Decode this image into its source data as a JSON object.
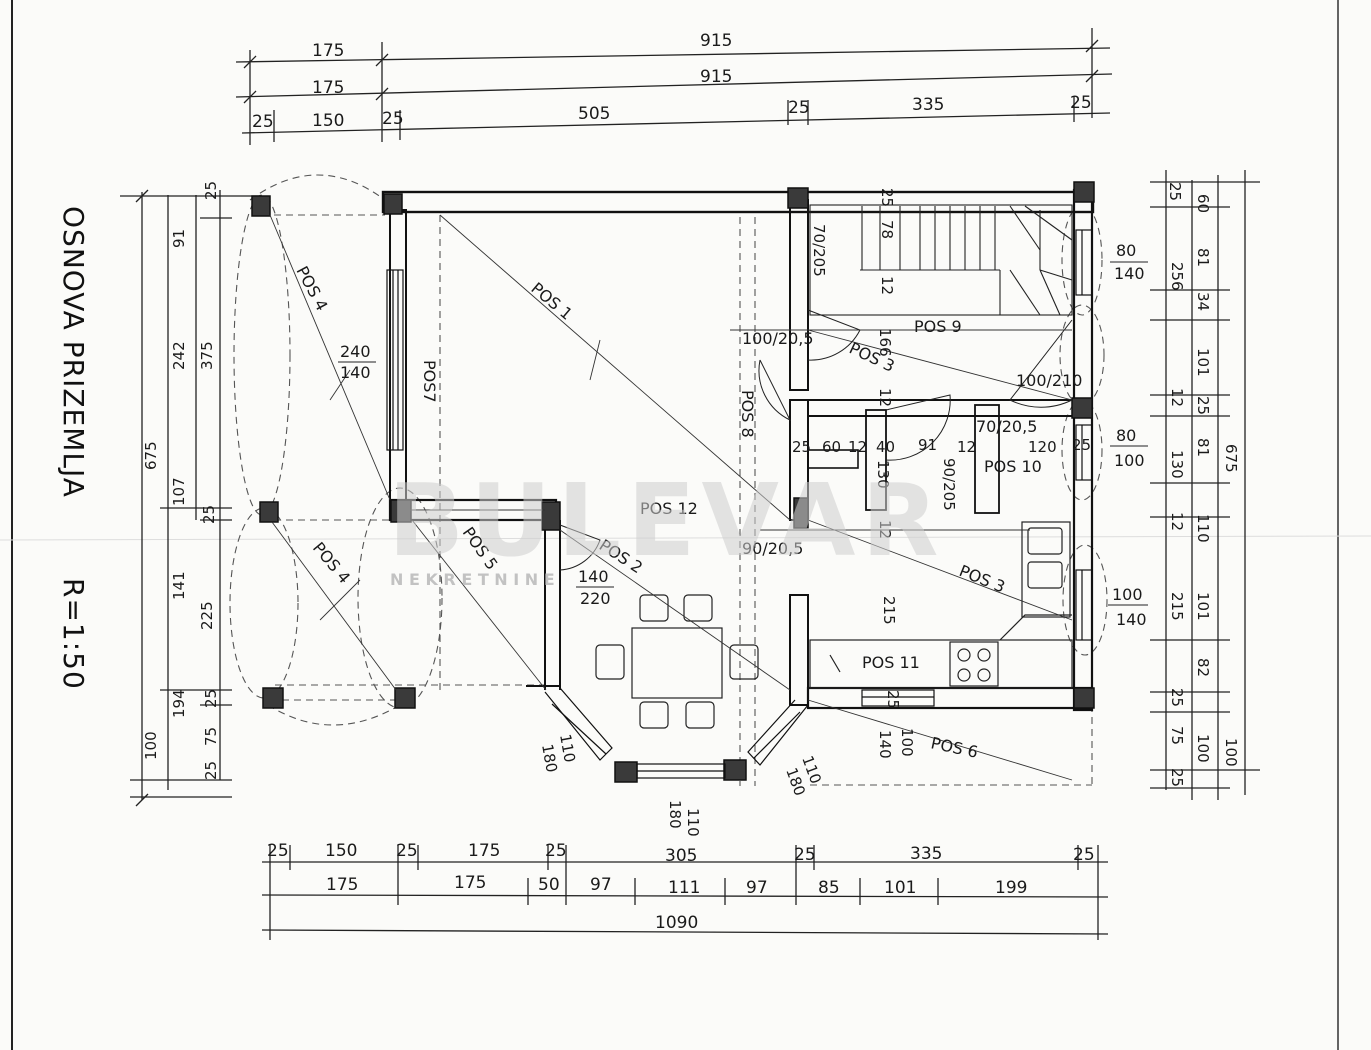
{
  "title": {
    "line1": "OSNOVA PRIZEMLJA",
    "line2": "R=1:50"
  },
  "watermark": {
    "brand": "BULEVAR",
    "sub": "N E K R E T N I N E"
  },
  "dims_top": {
    "row1": [
      "175",
      "915"
    ],
    "row2": [
      "175",
      "915"
    ],
    "row3": [
      "25",
      "150",
      "25",
      "505",
      "25",
      "335",
      "25"
    ]
  },
  "dims_bottom": {
    "row1": [
      "25",
      "150",
      "25",
      "175",
      "25",
      "305",
      "25",
      "335",
      "25"
    ],
    "row2": [
      "175",
      "175",
      "50",
      "97",
      "111",
      "97",
      "85",
      "101",
      "199"
    ],
    "total": "1090"
  },
  "dims_left": [
    "25",
    "91",
    "242",
    "375",
    "675",
    "107",
    "25",
    "141",
    "225",
    "194",
    "25",
    "75",
    "100",
    "25"
  ],
  "dims_right": [
    "25",
    "60",
    "81",
    "256",
    "34",
    "101",
    "12",
    "25",
    "81",
    "130",
    "12",
    "110",
    "215",
    "101",
    "82",
    "25",
    "75",
    "100",
    "25",
    "675",
    "100"
  ],
  "positions": [
    "POS 1",
    "POS 2",
    "POS 3",
    "POS 3",
    "POS 4",
    "POS 4",
    "POS 5",
    "POS 6",
    "POS7",
    "POS 8",
    "POS 9",
    "POS 10",
    "POS 11",
    "POS 12"
  ],
  "openings": {
    "o1": [
      "240",
      "140"
    ],
    "o2": [
      "140",
      "220"
    ],
    "o3": [
      "80",
      "140"
    ],
    "o4": [
      "80",
      "100"
    ],
    "o5": [
      "100",
      "140"
    ],
    "o6": "100/20,5",
    "o7": "100/210",
    "o8": "70/20,5",
    "o9": "90/20,5",
    "o10": "70/205",
    "o11": "90/205"
  },
  "interior_dims": [
    "25",
    "60",
    "12",
    "40",
    "91",
    "12",
    "120",
    "25",
    "130",
    "12",
    "166",
    "12",
    "25",
    "78",
    "12",
    "215",
    "25",
    "140",
    "100"
  ],
  "bay_dims": [
    "110",
    "180",
    "180",
    "110",
    "110",
    "180"
  ],
  "colors": {
    "ink": "#1a1a1a",
    "paper": "#fbfbf9",
    "watermark": "#cdcdcd"
  }
}
